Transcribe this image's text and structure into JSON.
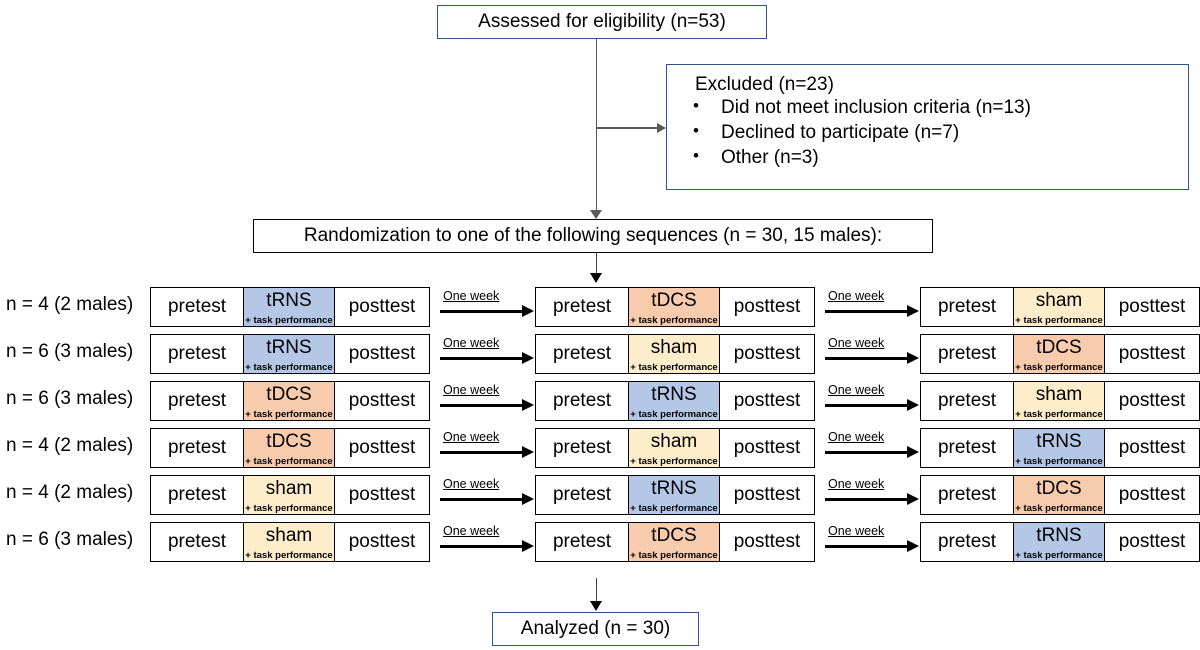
{
  "diagram": {
    "title": "CONSORT participant flow diagram",
    "colors": {
      "tRNS": "#b4c7e7",
      "tDCS": "#f8cbad",
      "sham": "#fdedcb",
      "consort_border": "#2e5496",
      "sequence_border": "#000000",
      "connector": "#595959"
    }
  },
  "assessed": {
    "label": "Assessed for eligibility (n=53)"
  },
  "excluded": {
    "title": "Excluded (n=23)",
    "reasons": [
      "Did not meet inclusion criteria (n=13)",
      "Declined to participate (n=7)",
      "Other (n=3)"
    ]
  },
  "randomization": {
    "label": "Randomization to one of the following sequences (n = 30, 15 males):"
  },
  "cells": {
    "pretest": "pretest",
    "posttest": "posttest",
    "task_performance": "+ task performance"
  },
  "interval_label": "One week",
  "sequences": [
    {
      "group": "n = 4 (2 males)",
      "sessions": [
        "tRNS",
        "tDCS",
        "sham"
      ]
    },
    {
      "group": "n = 6 (3 males)",
      "sessions": [
        "tRNS",
        "sham",
        "tDCS"
      ]
    },
    {
      "group": "n = 6 (3 males)",
      "sessions": [
        "tDCS",
        "tRNS",
        "sham"
      ]
    },
    {
      "group": "n = 4 (2 males)",
      "sessions": [
        "tDCS",
        "sham",
        "tRNS"
      ]
    },
    {
      "group": "n = 4 (2 males)",
      "sessions": [
        "sham",
        "tRNS",
        "tDCS"
      ]
    },
    {
      "group": "n = 6 (3 males)",
      "sessions": [
        "sham",
        "tDCS",
        "tRNS"
      ]
    }
  ],
  "analyzed": {
    "label": "Analyzed (n = 30)"
  }
}
